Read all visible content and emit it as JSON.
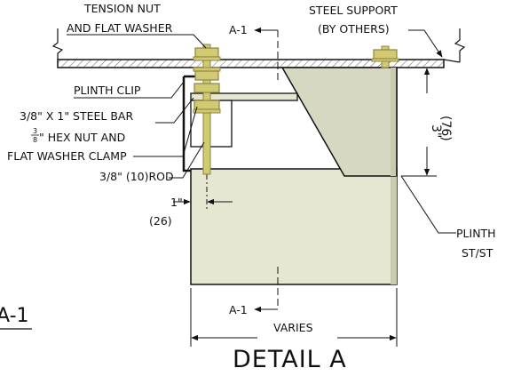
{
  "labels": {
    "tension_nut_1": "TENSION NUT",
    "tension_nut_2": "AND FLAT WASHER",
    "steel_support_1": "STEEL SUPPORT",
    "steel_support_2": "(BY OTHERS)",
    "section_ref_top": "A-1",
    "plinth_clip": "PLINTH CLIP",
    "steel_bar": "3/8\" X 1\" STEEL BAR",
    "hex_nut_frac_num": "3",
    "hex_nut_frac_den": "8",
    "hex_nut_1": "\" HEX NUT AND",
    "hex_nut_2": "FLAT WASHER CLAMP",
    "rod": "3/8\" (10)ROD",
    "dim_1in": "1\"",
    "dim_26": "(26)",
    "dim_3in": "3\"",
    "dim_76": "(76)",
    "plinth_1": "PLINTH",
    "plinth_2": "ST/ST",
    "section_ref_bottom": "A-1",
    "varies": "VARIES",
    "detail_title": "DETAIL A",
    "left_ref": "A-1"
  },
  "colors": {
    "line": "#111111",
    "plinth_fill": "#e6e7d2",
    "plinth_shade": "#c9caae",
    "bracket_fill": "#d7d8c2",
    "hardware_fill": "#d2ca72",
    "hardware_dark": "#8c8440",
    "hatch": "#666666"
  }
}
